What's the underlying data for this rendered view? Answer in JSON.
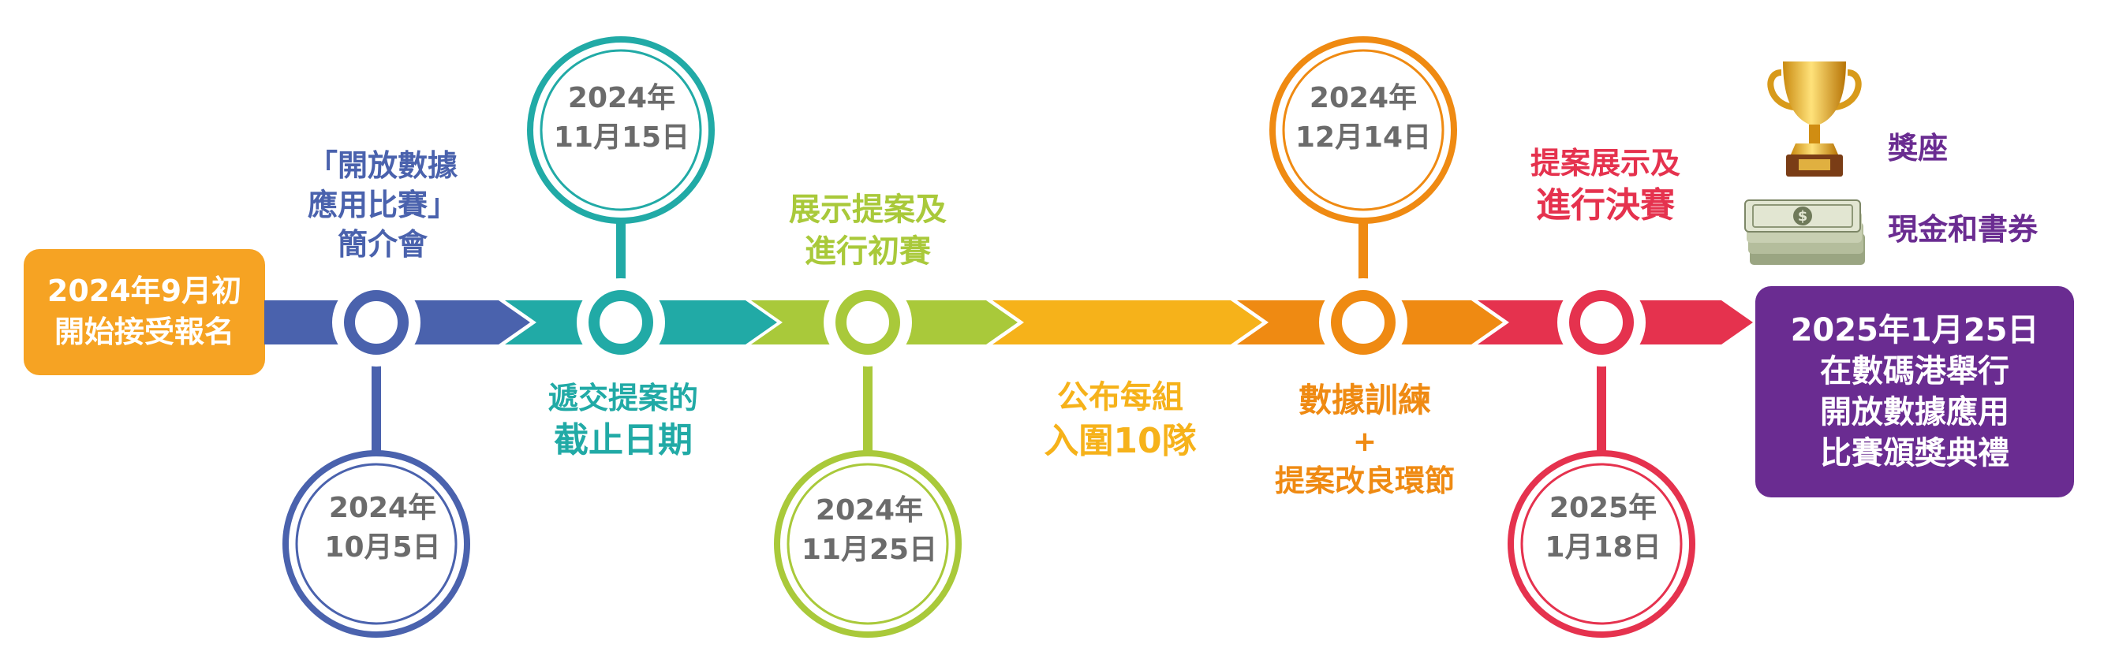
{
  "colors": {
    "blue": "#4a62ad",
    "teal": "#21aaa6",
    "lime": "#a9c93a",
    "yellow": "#f6b21a",
    "orange": "#ef8a12",
    "red": "#e5324e",
    "start_box": "#f6a323",
    "end_box": "#6a2c91",
    "date_text": "#6b6b6b"
  },
  "start_box": {
    "lines": [
      "2024年9月初",
      "開始接受報名"
    ]
  },
  "end_box": {
    "lines": [
      "2025年1月25日",
      "在數碼港舉行",
      "開放數據應用",
      "比賽頒獎典禮"
    ]
  },
  "milestones": [
    {
      "id": "m1",
      "color": "blue",
      "date": [
        "2024年",
        "10月5日"
      ],
      "label": [
        "「開放數據",
        "應用比賽」",
        "簡介會"
      ]
    },
    {
      "id": "m2",
      "color": "teal",
      "date": [
        "2024年",
        "11月15日"
      ],
      "label": [
        "遞交提案的",
        "截止日期"
      ]
    },
    {
      "id": "m3",
      "color": "lime",
      "date": [
        "2024年",
        "11月25日"
      ],
      "label": [
        "展示提案及",
        "進行初賽"
      ]
    },
    {
      "id": "m4",
      "color": "orange",
      "date": [
        "2024年",
        "12月14日"
      ],
      "label": [
        "數據訓練",
        "+",
        "提案改良環節"
      ]
    },
    {
      "id": "m5",
      "color": "red",
      "date": [
        "2025年",
        "1月18日"
      ],
      "label": [
        "提案展示及",
        "進行決賽"
      ]
    }
  ],
  "segment_label": {
    "color": "yellow",
    "lines": [
      "公布每組",
      "入圍10隊"
    ]
  },
  "awards": [
    {
      "icon": "trophy-icon",
      "label": "獎座"
    },
    {
      "icon": "cash-stack-icon",
      "label": "現金和書券"
    }
  ]
}
